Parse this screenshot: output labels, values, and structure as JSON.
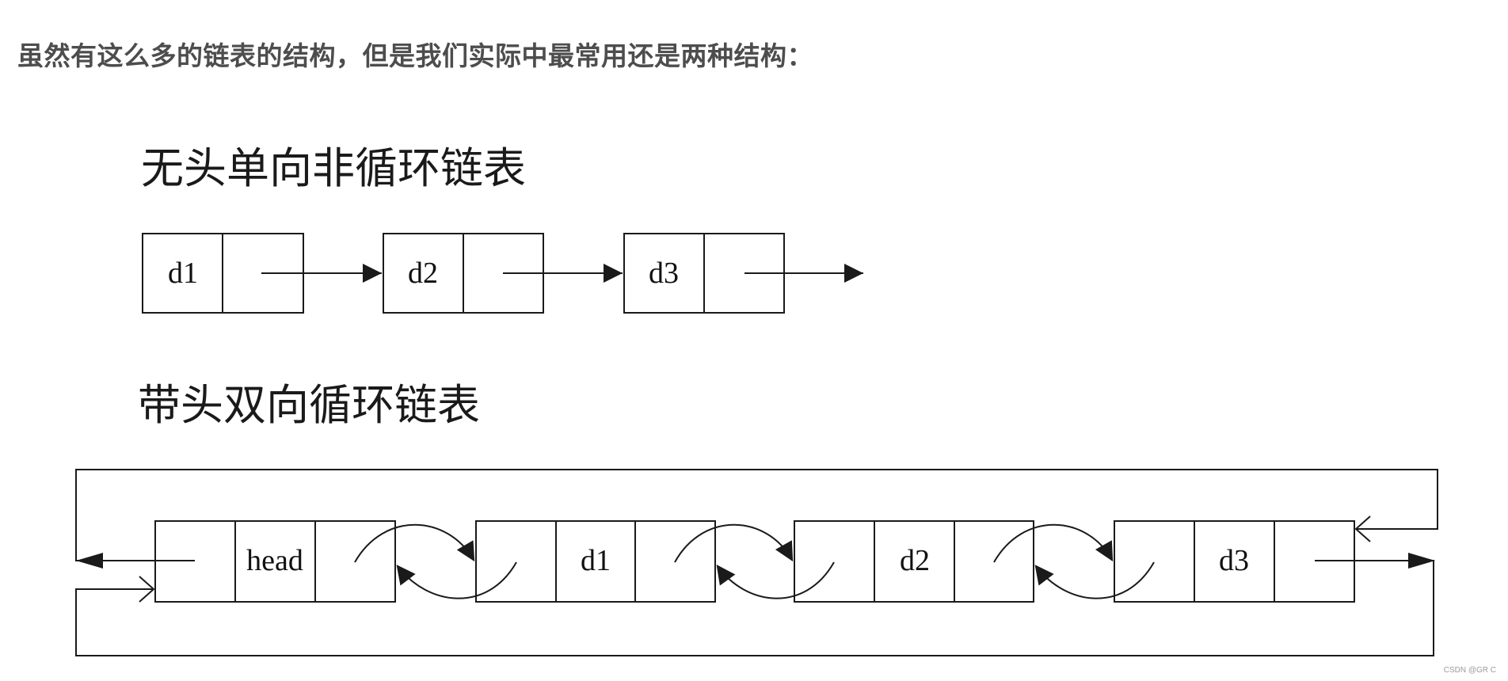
{
  "heading": "虽然有这么多的链表的结构，但是我们实际中最常用还是两种结构：",
  "diagram1": {
    "title": "无头单向非循环链表",
    "nodes": [
      "d1",
      "d2",
      "d3"
    ]
  },
  "diagram2": {
    "title": "带头双向循环链表",
    "nodes": [
      "head",
      "d1",
      "d2",
      "d3"
    ]
  },
  "watermark": "CSDN @GR C",
  "colors": {
    "line": "#1a1a1a",
    "heading": "#4d4d4d"
  }
}
